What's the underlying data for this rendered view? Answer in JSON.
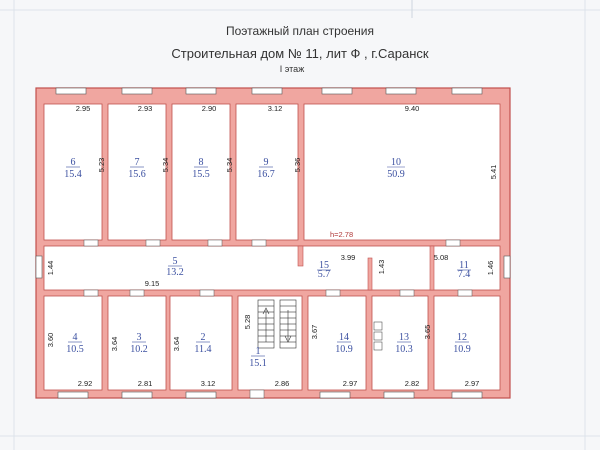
{
  "titles": {
    "line1": "Поэтажный план строения",
    "line2": "Строительная дом № 11, лит Ф  , г.Саранск",
    "floor": "I этаж"
  },
  "rooms": [
    {
      "num": "6",
      "area": "15.4"
    },
    {
      "num": "7",
      "area": "15.6"
    },
    {
      "num": "8",
      "area": "15.5"
    },
    {
      "num": "9",
      "area": "16.7"
    },
    {
      "num": "10",
      "area": "50.9"
    },
    {
      "num": "5",
      "area": "13.2"
    },
    {
      "num": "15",
      "area": "5.7"
    },
    {
      "num": "11",
      "area": "7.4"
    },
    {
      "num": "4",
      "area": "10.5"
    },
    {
      "num": "3",
      "area": "10.2"
    },
    {
      "num": "2",
      "area": "11.4"
    },
    {
      "num": "1",
      "area": "15.1"
    },
    {
      "num": "14",
      "area": "10.9"
    },
    {
      "num": "13",
      "area": "10.3"
    },
    {
      "num": "12",
      "area": "10.9"
    }
  ],
  "dims": {
    "top_w": [
      "2.95",
      "2.93",
      "2.90",
      "3.12",
      "9.40"
    ],
    "top_h": [
      "5.23",
      "5.34",
      "5.34",
      "5.36",
      "5.41"
    ],
    "corr": [
      "1.44",
      "9.15",
      "3.99",
      "1.43",
      "5.08",
      "1.46"
    ],
    "bot_h": [
      "3.60",
      "3.64",
      "3.64",
      "5.28",
      "3.67",
      "3.65"
    ],
    "bot_w": [
      "2.92",
      "2.81",
      "3.12",
      "2.86",
      "2.97",
      "2.82",
      "2.97"
    ],
    "height_note": "h=2.78"
  },
  "colors": {
    "wall": "#f0a6a0",
    "wall_edge": "#c0504d",
    "room": "#ffffff"
  }
}
